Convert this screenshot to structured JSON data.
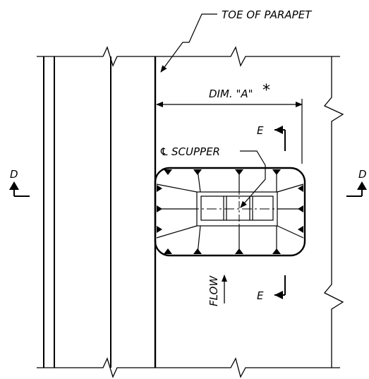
{
  "labels": {
    "toe_of_parapet": "TOE OF PARAPET",
    "dim_a": "DIM. \"A\"",
    "dim_a_note": "*",
    "centerline_symbol": "℄",
    "scupper": "SCUPPER",
    "flow": "FLOW",
    "section_d_left": "D",
    "section_d_right": "D",
    "section_e_top": "E",
    "section_e_bottom": "E"
  }
}
